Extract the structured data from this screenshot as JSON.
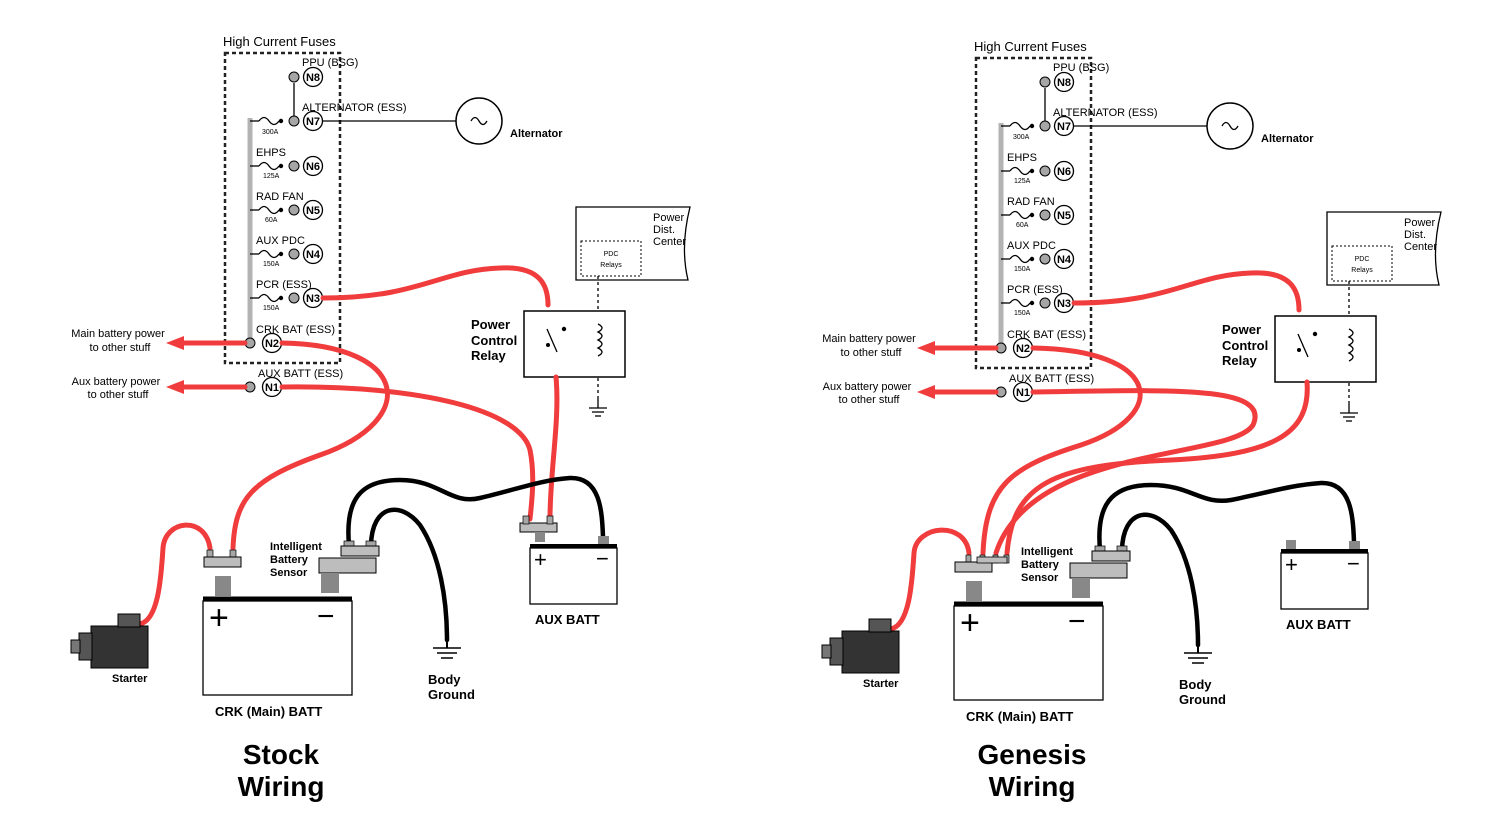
{
  "colors": {
    "wire_positive": "#f03c3c",
    "wire_ground": "#000000",
    "bus_bar": "#b3b3b3",
    "terminal": "#a6a6a6",
    "starter": "#333333"
  },
  "icons": [
    "fuse-icon",
    "alternator-icon",
    "relay-switch-icon",
    "relay-coil-icon",
    "ground-icon",
    "battery-icon",
    "starter-icon",
    "arrow-left-icon"
  ],
  "diagrams": [
    {
      "id": "stock",
      "fuse_box_title": "High Current Fuses",
      "nodes": [
        {
          "id": "N8",
          "label": "PPU (BSG)",
          "rating": ""
        },
        {
          "id": "N7",
          "label": "ALTERNATOR (ESS)",
          "rating": "300A"
        },
        {
          "id": "N6",
          "label": "EHPS",
          "rating": "125A"
        },
        {
          "id": "N5",
          "label": "RAD FAN",
          "rating": "60A"
        },
        {
          "id": "N4",
          "label": "AUX PDC",
          "rating": "150A"
        },
        {
          "id": "N3",
          "label": "PCR (ESS)",
          "rating": "150A"
        },
        {
          "id": "N2",
          "label": "CRK BAT (ESS)",
          "rating": ""
        },
        {
          "id": "N1",
          "label": "AUX BATT (ESS)",
          "rating": ""
        }
      ],
      "alternator_label": "Alternator",
      "pdc": {
        "line1": "Power",
        "line2": "Dist.",
        "line3": "Center",
        "relays_line1": "PDC",
        "relays_line2": "Relays"
      },
      "relay": {
        "line1": "Power",
        "line2": "Control",
        "line3": "Relay"
      },
      "main_power": {
        "line1": "Main battery power",
        "line2": "to other stuff"
      },
      "aux_power": {
        "line1": "Aux battery power",
        "line2": "to other stuff"
      },
      "ibs": {
        "line1": "Intelligent",
        "line2": "Battery",
        "line3": "Sensor"
      },
      "aux_batt_label": "AUX BATT",
      "crk_batt_label": "CRK (Main) BATT",
      "starter_label": "Starter",
      "ground": {
        "line1": "Body",
        "line2": "Ground"
      },
      "plus": "+",
      "minus": "−",
      "title": {
        "line1": "Stock",
        "line2": "Wiring"
      }
    },
    {
      "id": "genesis",
      "fuse_box_title": "High Current Fuses",
      "nodes": [
        {
          "id": "N8",
          "label": "PPU (BSG)",
          "rating": ""
        },
        {
          "id": "N7",
          "label": "ALTERNATOR (ESS)",
          "rating": "300A"
        },
        {
          "id": "N6",
          "label": "EHPS",
          "rating": "125A"
        },
        {
          "id": "N5",
          "label": "RAD FAN",
          "rating": "60A"
        },
        {
          "id": "N4",
          "label": "AUX PDC",
          "rating": "150A"
        },
        {
          "id": "N3",
          "label": "PCR (ESS)",
          "rating": "150A"
        },
        {
          "id": "N2",
          "label": "CRK BAT (ESS)",
          "rating": ""
        },
        {
          "id": "N1",
          "label": "AUX BATT (ESS)",
          "rating": ""
        }
      ],
      "alternator_label": "Alternator",
      "pdc": {
        "line1": "Power",
        "line2": "Dist.",
        "line3": "Center",
        "relays_line1": "PDC",
        "relays_line2": "Relays"
      },
      "relay": {
        "line1": "Power",
        "line2": "Control",
        "line3": "Relay"
      },
      "main_power": {
        "line1": "Main battery power",
        "line2": "to other stuff"
      },
      "aux_power": {
        "line1": "Aux battery power",
        "line2": "to other stuff"
      },
      "ibs": {
        "line1": "Intelligent",
        "line2": "Battery",
        "line3": "Sensor"
      },
      "aux_batt_label": "AUX BATT",
      "crk_batt_label": "CRK (Main) BATT",
      "starter_label": "Starter",
      "ground": {
        "line1": "Body",
        "line2": "Ground"
      },
      "plus": "+",
      "minus": "−",
      "title": {
        "line1": "Genesis",
        "line2": "Wiring"
      }
    }
  ]
}
